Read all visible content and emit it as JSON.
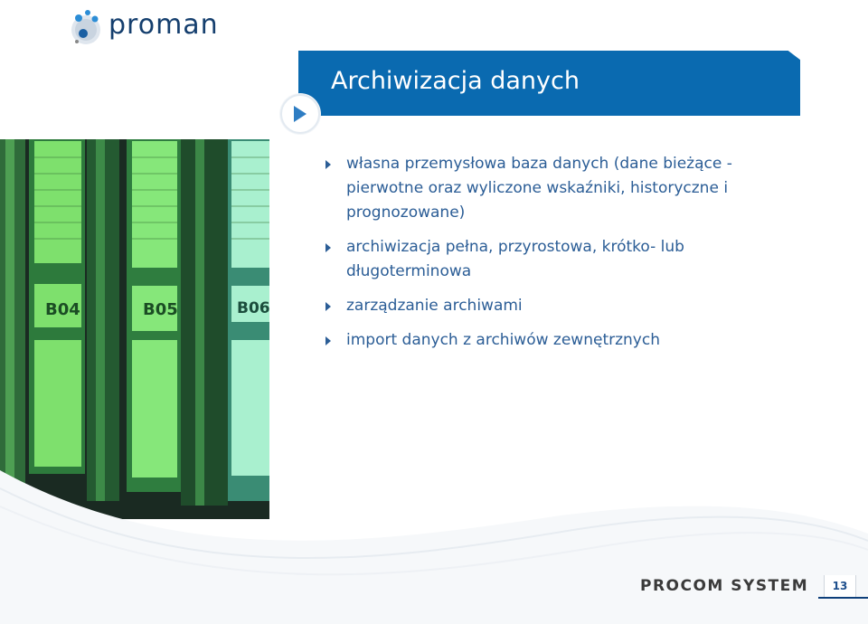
{
  "brand": {
    "logo_text": "proman",
    "footer_logo": "PROCOM SYSTEM"
  },
  "slide": {
    "title": "Archiwizacja danych",
    "page_number": "13",
    "bullets": [
      "własna przemysłowa baza danych (dane bieżące - pierwotne oraz wyliczone wskaźniki, historyczne i prognozowane)",
      "archiwizacja pełna, przyrostowa, krótko- lub długoterminowa",
      "zarządzanie archiwami",
      "import danych z archiwów zewnętrznych"
    ]
  },
  "photo": {
    "module_labels": [
      "B04",
      "B05",
      "B06"
    ]
  },
  "colors": {
    "title_bar": "#0a6ab0",
    "bullet_text": "#2b5d96",
    "logo_text": "#153f6e"
  }
}
